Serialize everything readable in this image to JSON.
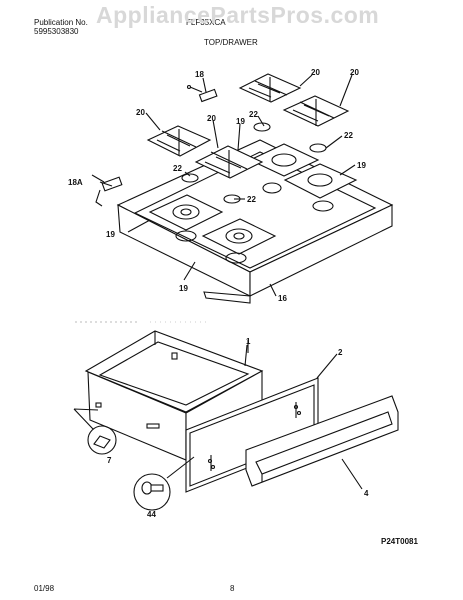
{
  "header": {
    "publication_label": "Publication No.",
    "publication_number": "5995303830",
    "model": "FLF35XCA",
    "section_title": "TOP/DRAWER"
  },
  "watermark": "AppliancePartsPros.com",
  "callouts": {
    "c18": "18",
    "c18a": "18A",
    "c19a": "19",
    "c19b": "19",
    "c19c": "19",
    "c19d": "19",
    "c20a": "20",
    "c20b": "20",
    "c20c": "20",
    "c20d": "20",
    "c22a": "22",
    "c22b": "22",
    "c22c": "22",
    "c22d": "22",
    "c16": "16",
    "c1": "1",
    "c2": "2",
    "c4": "4",
    "c7": "7",
    "c44": "44"
  },
  "diagram_code": "P24T0081",
  "footer": {
    "date": "01/98",
    "page": "8"
  }
}
